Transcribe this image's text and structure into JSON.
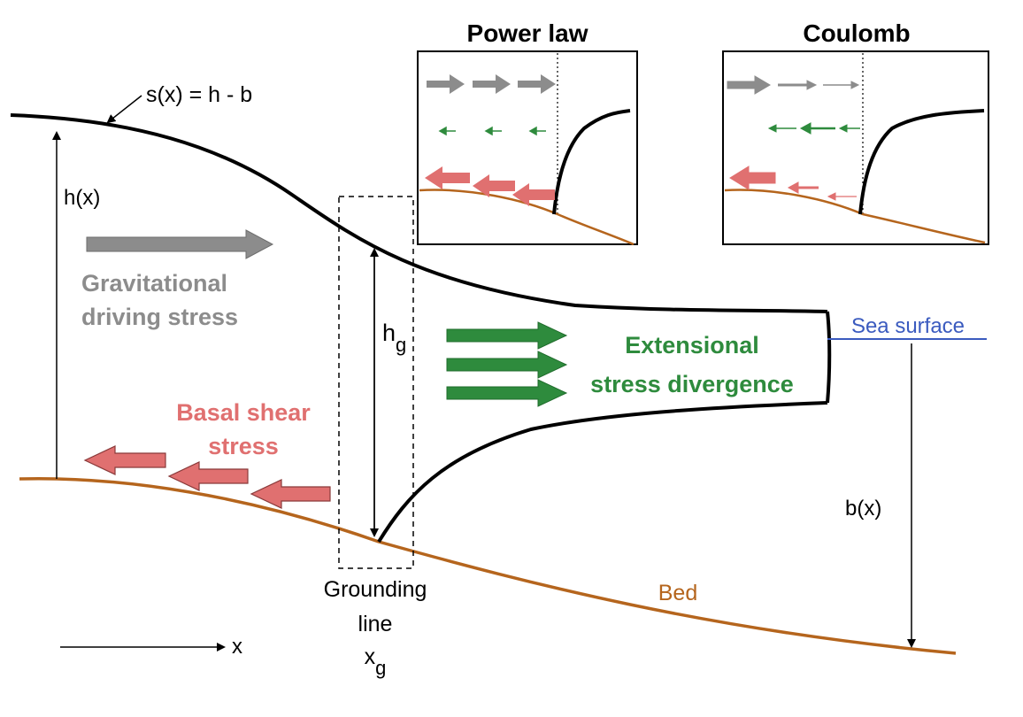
{
  "labels": {
    "surface_eq": "s(x) = h - b",
    "thickness": "h(x)",
    "driving_stress_line1": "Gravitational",
    "driving_stress_line2": "driving stress",
    "basal_shear_line1": "Basal shear",
    "basal_shear_line2": "stress",
    "grounding_thickness_base": "h",
    "grounding_thickness_sub": "g",
    "extensional_line1": "Extensional",
    "extensional_line2": "stress divergence",
    "sea_surface": "Sea surface",
    "bed_depth": "b(x)",
    "bed": "Bed",
    "grounding_line_1": "Grounding",
    "grounding_line_2": "line",
    "grounding_pos_base": "x",
    "grounding_pos_sub": "g",
    "x_axis": "x"
  },
  "insets": [
    {
      "title": "Power law"
    },
    {
      "title": "Coulomb"
    }
  ],
  "colors": {
    "ice_outline": "#000000",
    "bed": "#b5651d",
    "gravitational": "#8c8c8c",
    "basal_shear": "#e07070",
    "extensional": "#2e8b3d",
    "sea": "#3b5bbf"
  }
}
